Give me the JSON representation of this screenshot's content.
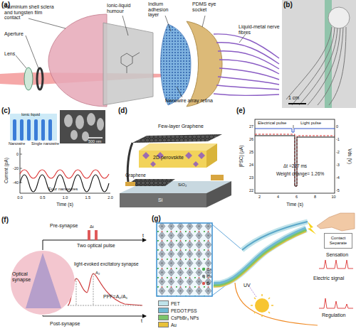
{
  "diagram": {
    "nodes": [
      {
        "text": [
          "Optical synapse"
        ]
      },
      {
        "text": [
          "Contact",
          "Separate"
        ]
      }
    ],
    "labels": [
      "(a)",
      "Aluminium shell sclera and tungsten film contact",
      "Aperture",
      "Lens",
      "Ionic-liquid humour",
      "Indium adhesion layer",
      "PDMS eye socket",
      "Liquid-metal nerve fibres",
      "Nanowire array retina",
      "(b)",
      "1 cm",
      "(c)",
      "Ionic liquid",
      "Nanowire",
      "Single nanowire",
      "500 nm",
      "Current (pA)",
      "0",
      "-20",
      "-40",
      "0.0",
      "0.5",
      "1.0",
      "1.5",
      "2.0",
      "Four nanowires",
      "Time (s)",
      "(d)",
      "Few-layer Graphene",
      "2D perovskite",
      "Graphene",
      "SiO₂",
      "Si",
      "(e)",
      "Electrical pulse",
      "Light pulse",
      "Δt =217 ms",
      "Weight change= 1.26%",
      "|PSC| (μA)",
      "Vds (V)",
      "Time (s)",
      "27",
      "26",
      "25",
      "24",
      "23",
      "22",
      "0",
      "-1",
      "-2",
      "-3",
      "-4",
      "-5",
      "2",
      "4",
      "6",
      "8",
      "10",
      "(f)",
      "Pre-synapse",
      "Δt",
      "t",
      "Two optical pulse",
      "light-evoked excitatory synapse",
      "A₁",
      "A₂",
      "PPF=A₂/A₁",
      "Post-synapse",
      "t",
      "(g)",
      "Cs",
      "Pb",
      "Br",
      "UV",
      "Sensation",
      "Electric signal",
      "Regulation"
    ],
    "legend": [
      {
        "text": "PET",
        "color": "#bfe3ea"
      },
      {
        "text": "PEDOT:PSS",
        "color": "#6fb9d3"
      },
      {
        "text": "CsPbBr₃ NPs",
        "color": "#7cc46a"
      },
      {
        "text": "Au",
        "color": "#e8c13a"
      }
    ]
  }
}
